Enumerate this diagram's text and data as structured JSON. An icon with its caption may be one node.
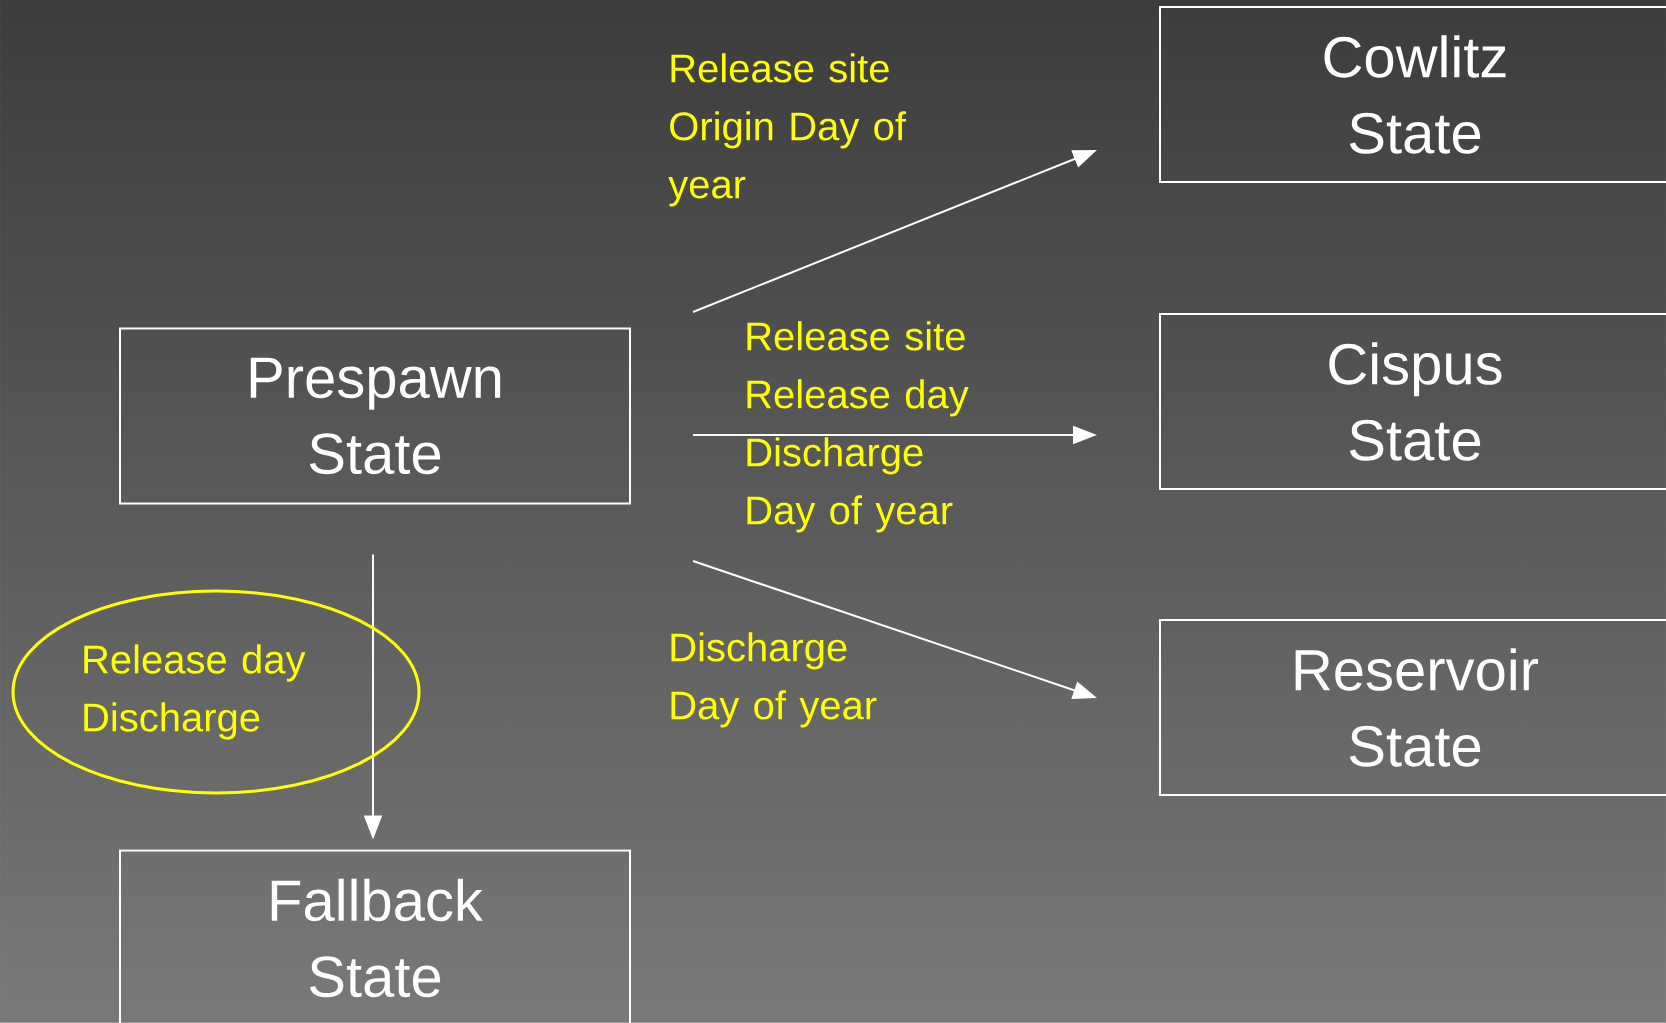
{
  "diagram": {
    "nodes": [
      {
        "text": [
          "Prespawn State"
        ]
      },
      {
        "text": [
          "Cowlitz State"
        ]
      },
      {
        "text": [
          "Cispus State"
        ]
      },
      {
        "text": [
          "Reservoir State"
        ]
      },
      {
        "text": [
          "Fallback State"
        ]
      }
    ],
    "edges": [
      {
        "from": 0,
        "to": 1,
        "arrow": "to",
        "label": "Release site Origin Day of year"
      },
      {
        "from": 0,
        "to": 2,
        "arrow": "to",
        "label": "Release site Release day Discharge Day of year"
      },
      {
        "from": 0,
        "to": 3,
        "arrow": "to",
        "label": "Discharge Day of year"
      },
      {
        "from": 0,
        "to": 4,
        "arrow": "to",
        "label": "Release day Discharge"
      }
    ]
  }
}
